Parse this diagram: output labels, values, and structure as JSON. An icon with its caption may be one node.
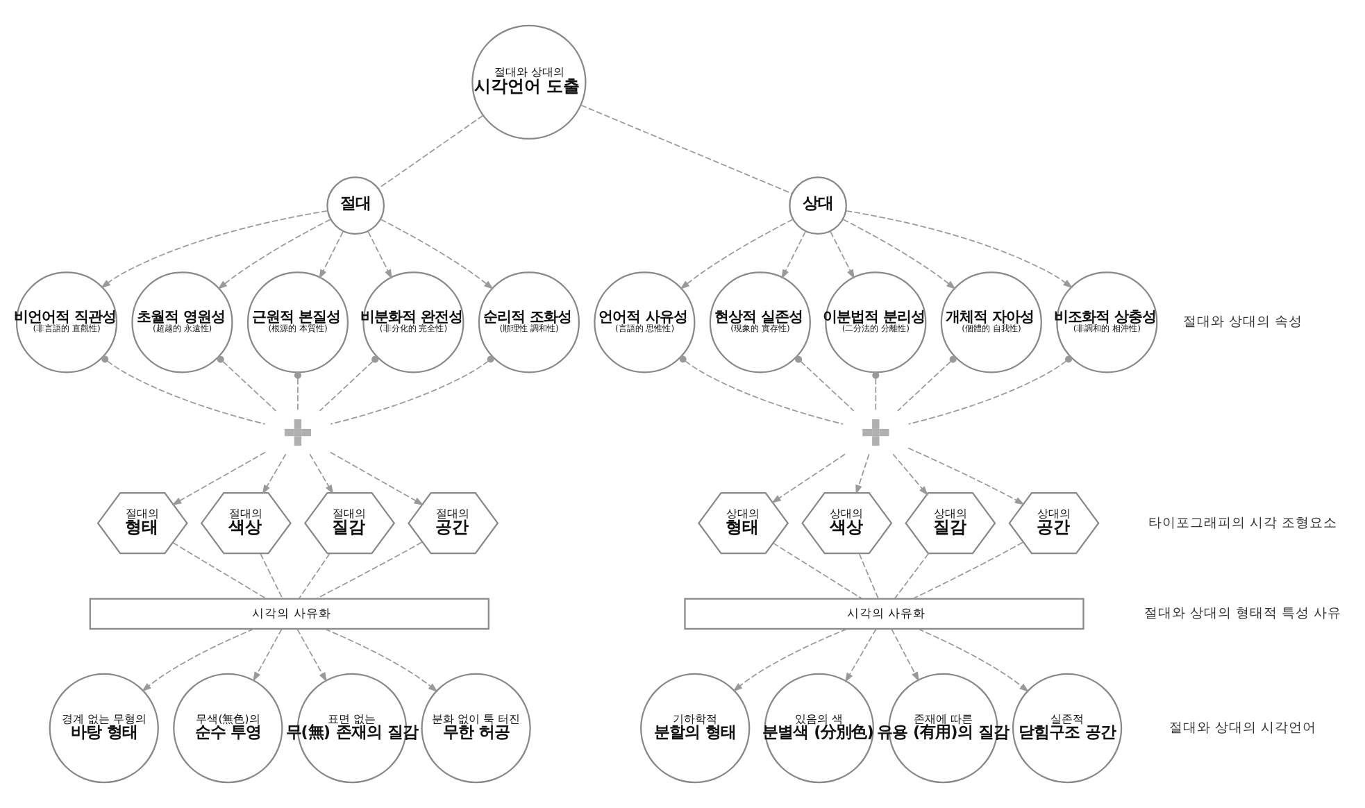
{
  "diagram": {
    "nodes": [
      {
        "text": [
          "절대와 상대의",
          "시각언어 도출"
        ]
      },
      {
        "text": [
          "절대"
        ]
      },
      {
        "text": [
          "상대"
        ]
      },
      {
        "text": [
          "비언어적 직관성",
          "(非言語的 直觀性)"
        ]
      },
      {
        "text": [
          "초월적 영원성",
          "(超越的 永遠性)"
        ]
      },
      {
        "text": [
          "근원적 본질성",
          "(根源的 本質性)"
        ]
      },
      {
        "text": [
          "비분화적 완전성",
          "(非分化的 完全性)"
        ]
      },
      {
        "text": [
          "순리적 조화성",
          "(順理性 調和性)"
        ]
      },
      {
        "text": [
          "언어적 사유성",
          "(言語的 思惟性)"
        ]
      },
      {
        "text": [
          "현상적 실존성",
          "(現象的 實存性)"
        ]
      },
      {
        "text": [
          "이분법적 분리성",
          "(二分法的 分離性)"
        ]
      },
      {
        "text": [
          "개체적 자아성",
          "(個體的 自我性)"
        ]
      },
      {
        "text": [
          "비조화적 상충성",
          "(非調和的 相沖性)"
        ]
      },
      {
        "text": [],
        "shape": "cross"
      },
      {
        "text": [],
        "shape": "cross"
      },
      {
        "text": [
          "절대의",
          "형태"
        ]
      },
      {
        "text": [
          "절대의",
          "색상"
        ]
      },
      {
        "text": [
          "절대의",
          "질감"
        ]
      },
      {
        "text": [
          "절대의",
          "공간"
        ]
      },
      {
        "text": [
          "상대의",
          "형태"
        ]
      },
      {
        "text": [
          "상대의",
          "색상"
        ]
      },
      {
        "text": [
          "상대의",
          "질감"
        ]
      },
      {
        "text": [
          "상대의",
          "공간"
        ]
      },
      {
        "text": [
          "시각의 사유화"
        ]
      },
      {
        "text": [
          "시각의 사유화"
        ]
      },
      {
        "text": [
          "경계 없는 무형의",
          "바탕 형태"
        ]
      },
      {
        "text": [
          "무색(無色)의",
          "순수 투영"
        ]
      },
      {
        "text": [
          "표면 없는",
          "무(無) 존재의 질감"
        ]
      },
      {
        "text": [
          "분화 없이 툭 터진",
          "무한 허공"
        ]
      },
      {
        "text": [
          "기하학적",
          "분할의 형태"
        ]
      },
      {
        "text": [
          "있음의 색",
          "분별색 (分別色)"
        ]
      },
      {
        "text": [
          "존재에 따른",
          "유용 (有用)의 질감"
        ]
      },
      {
        "text": [
          "실존적",
          "닫힘구조 공간"
        ]
      }
    ],
    "edges": [
      {
        "from": 0,
        "to": 1,
        "arrow": "none"
      },
      {
        "from": 0,
        "to": 2,
        "arrow": "none"
      },
      {
        "from": 1,
        "to": 3,
        "arrow": "to"
      },
      {
        "from": 1,
        "to": 4,
        "arrow": "to"
      },
      {
        "from": 1,
        "to": 5,
        "arrow": "to"
      },
      {
        "from": 1,
        "to": 6,
        "arrow": "to"
      },
      {
        "from": 1,
        "to": 7,
        "arrow": "to"
      },
      {
        "from": 2,
        "to": 8,
        "arrow": "to"
      },
      {
        "from": 2,
        "to": 9,
        "arrow": "to"
      },
      {
        "from": 2,
        "to": 10,
        "arrow": "to"
      },
      {
        "from": 2,
        "to": 11,
        "arrow": "to"
      },
      {
        "from": 2,
        "to": 12,
        "arrow": "to"
      },
      {
        "from": 3,
        "to": 13,
        "arrow": "other"
      },
      {
        "from": 4,
        "to": 13,
        "arrow": "other"
      },
      {
        "from": 5,
        "to": 13,
        "arrow": "other"
      },
      {
        "from": 6,
        "to": 13,
        "arrow": "other"
      },
      {
        "from": 7,
        "to": 13,
        "arrow": "other"
      },
      {
        "from": 8,
        "to": 14,
        "arrow": "other"
      },
      {
        "from": 9,
        "to": 14,
        "arrow": "other"
      },
      {
        "from": 10,
        "to": 14,
        "arrow": "other"
      },
      {
        "from": 11,
        "to": 14,
        "arrow": "other"
      },
      {
        "from": 12,
        "to": 14,
        "arrow": "other"
      },
      {
        "from": 13,
        "to": 15,
        "arrow": "to"
      },
      {
        "from": 13,
        "to": 16,
        "arrow": "to"
      },
      {
        "from": 13,
        "to": 17,
        "arrow": "to"
      },
      {
        "from": 13,
        "to": 18,
        "arrow": "to"
      },
      {
        "from": 14,
        "to": 19,
        "arrow": "to"
      },
      {
        "from": 14,
        "to": 20,
        "arrow": "to"
      },
      {
        "from": 14,
        "to": 21,
        "arrow": "to"
      },
      {
        "from": 14,
        "to": 22,
        "arrow": "to"
      },
      {
        "from": 15,
        "to": 23,
        "arrow": "none"
      },
      {
        "from": 16,
        "to": 23,
        "arrow": "none"
      },
      {
        "from": 17,
        "to": 23,
        "arrow": "none"
      },
      {
        "from": 18,
        "to": 23,
        "arrow": "none"
      },
      {
        "from": 19,
        "to": 24,
        "arrow": "none"
      },
      {
        "from": 20,
        "to": 24,
        "arrow": "none"
      },
      {
        "from": 21,
        "to": 24,
        "arrow": "none"
      },
      {
        "from": 22,
        "to": 24,
        "arrow": "none"
      },
      {
        "from": 23,
        "to": 25,
        "arrow": "to"
      },
      {
        "from": 23,
        "to": 26,
        "arrow": "to"
      },
      {
        "from": 23,
        "to": 27,
        "arrow": "to"
      },
      {
        "from": 23,
        "to": 28,
        "arrow": "to"
      },
      {
        "from": 24,
        "to": 29,
        "arrow": "to"
      },
      {
        "from": 24,
        "to": 30,
        "arrow": "to"
      },
      {
        "from": 24,
        "to": 31,
        "arrow": "to"
      },
      {
        "from": 24,
        "to": 32,
        "arrow": "to"
      }
    ],
    "labels": [
      "절대와 상대의 속성",
      "타이포그래피의 시각 조형요소",
      "절대와 상대의 형태적 특성 사유",
      "절대와 상대의 시각언어"
    ]
  }
}
